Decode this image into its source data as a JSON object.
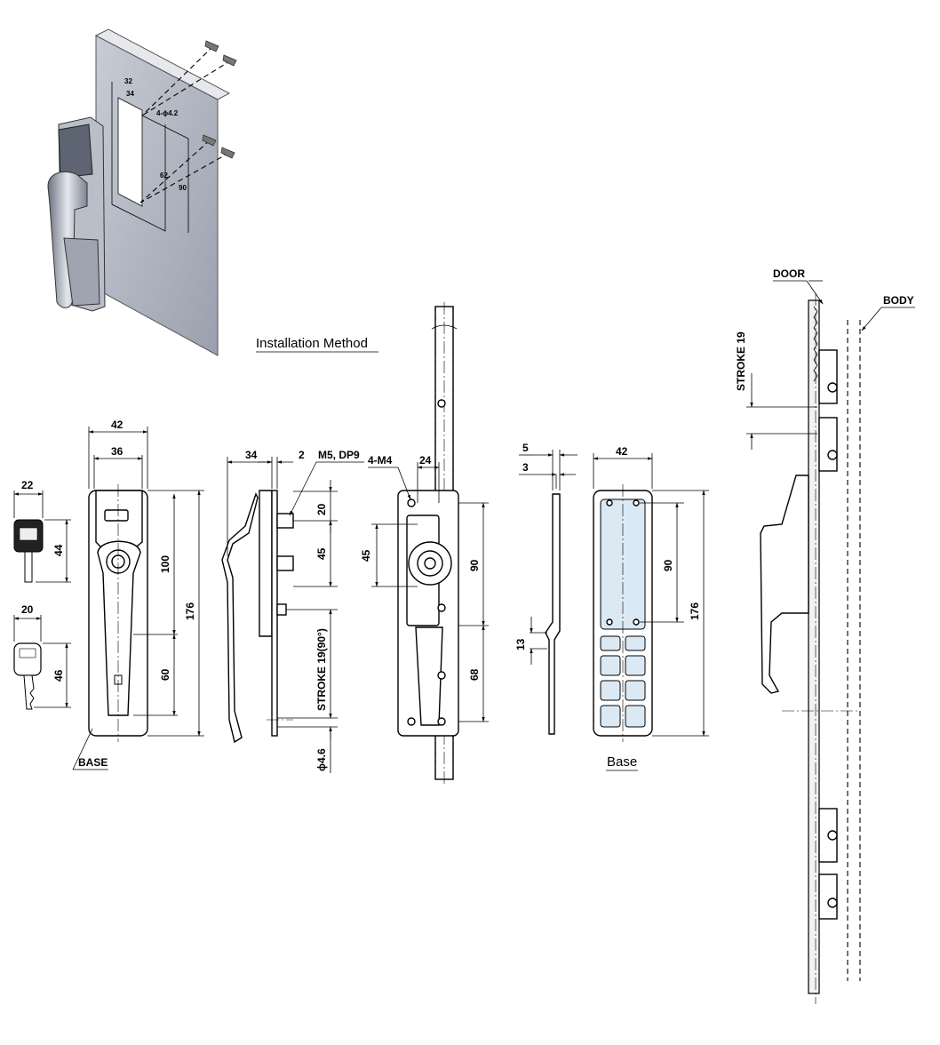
{
  "captions": {
    "installation": "Installation Method",
    "base_view": "Base"
  },
  "iso": {
    "dim_32": "32",
    "dim_34": "34",
    "dim_holes": "4-ϕ4.2",
    "dim_62": "62",
    "dim_90": "90"
  },
  "keys": {
    "key1_width": "22",
    "key1_height": "44",
    "key2_width": "20",
    "key2_height": "46"
  },
  "front": {
    "width_outer": "42",
    "width_inner": "36",
    "dim_100": "100",
    "dim_60": "60",
    "dim_176": "176",
    "base_label": "BASE"
  },
  "side": {
    "dim_34": "34",
    "dim_2": "2",
    "thread": "M5, DP9",
    "dim_20": "20",
    "dim_45": "45",
    "stroke": "STROKE 19(90°)",
    "shaft": "ϕ4.6"
  },
  "rear": {
    "holes": "4-M4",
    "dim_24": "24",
    "dim_45": "45",
    "dim_90": "90",
    "dim_68": "68"
  },
  "base_side": {
    "dim_5": "5",
    "dim_3": "3",
    "dim_13": "13"
  },
  "base_front": {
    "dim_42": "42",
    "dim_90": "90",
    "dim_176": "176"
  },
  "assembly": {
    "door_label": "DOOR",
    "body_label": "BODY",
    "stroke": "STROKE 19"
  }
}
